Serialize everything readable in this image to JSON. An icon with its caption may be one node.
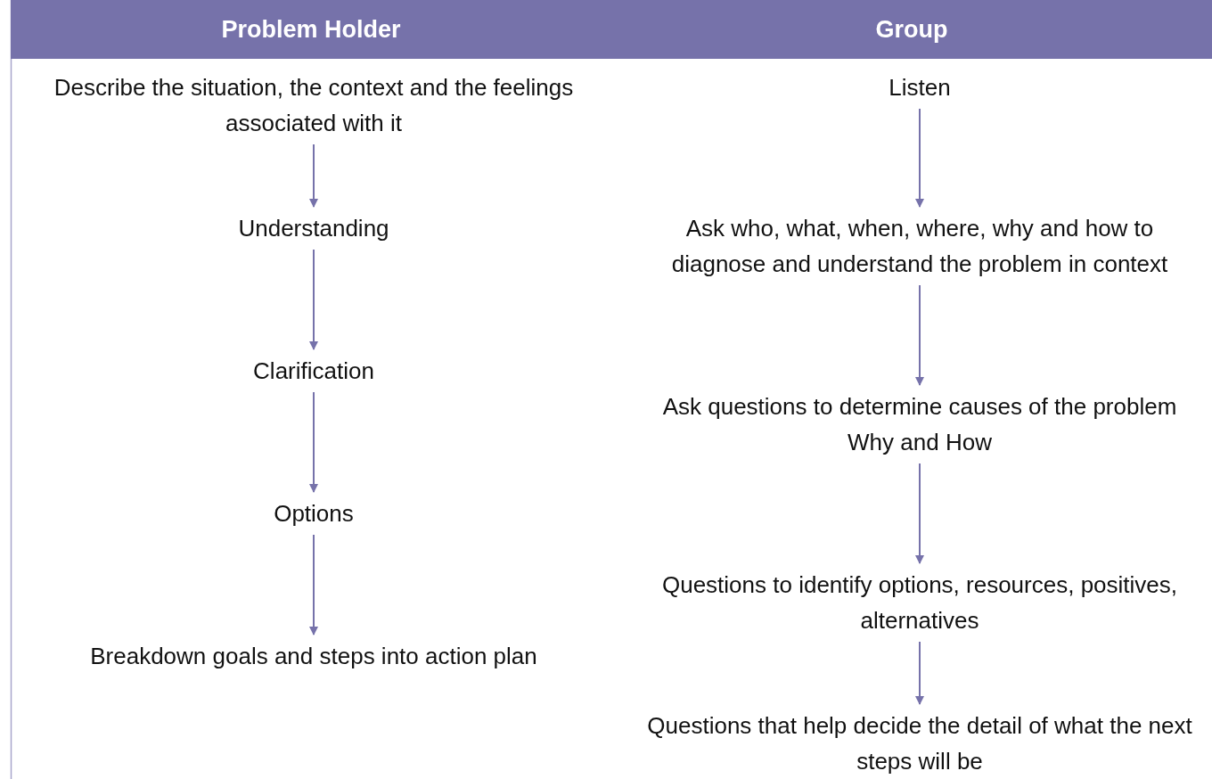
{
  "diagram": {
    "nodes": [
      {
        "text": [
          "Problem Holder"
        ]
      },
      {
        "text": [
          "Group"
        ]
      },
      {
        "text": [
          "Describe the situation, the context and the feelings associated with it"
        ]
      },
      {
        "text": [
          "Understanding"
        ]
      },
      {
        "text": [
          "Clarification"
        ]
      },
      {
        "text": [
          "Options"
        ]
      },
      {
        "text": [
          "Breakdown goals and steps into action plan"
        ]
      },
      {
        "text": [
          "Listen"
        ]
      },
      {
        "text": [
          "Ask who, what, when, where, why and how to diagnose and understand the problem in context"
        ]
      },
      {
        "text": [
          "Ask questions to determine causes of the problem",
          "Why and How"
        ]
      },
      {
        "text": [
          "Questions to identify options, resources, positives, alternatives"
        ]
      },
      {
        "text": [
          "Questions that help decide the detail of what the next steps will be"
        ]
      }
    ],
    "edges": [
      {
        "from": 2,
        "to": 3,
        "arrow": "to"
      },
      {
        "from": 3,
        "to": 4,
        "arrow": "to"
      },
      {
        "from": 4,
        "to": 5,
        "arrow": "to"
      },
      {
        "from": 5,
        "to": 6,
        "arrow": "to"
      },
      {
        "from": 7,
        "to": 8,
        "arrow": "to"
      },
      {
        "from": 8,
        "to": 9,
        "arrow": "to"
      },
      {
        "from": 9,
        "to": 10,
        "arrow": "to"
      },
      {
        "from": 10,
        "to": 11,
        "arrow": "to"
      }
    ]
  }
}
